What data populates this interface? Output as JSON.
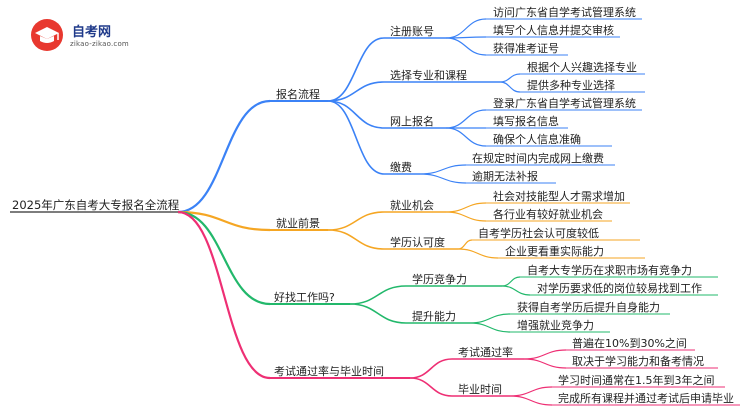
{
  "logo": {
    "title": "自考网",
    "subtitle": "zikao-zikao.com"
  },
  "mindmap": {
    "root": "2025年广东自考大专报名全流程",
    "branches": [
      {
        "label": "报名流程",
        "color": "#3b82f6",
        "children": [
          {
            "label": "注册账号",
            "children": [
              "访问广东省自学考试管理系统",
              "填写个人信息并提交审核",
              "获得准考证号"
            ]
          },
          {
            "label": "选择专业和课程",
            "children": [
              "根据个人兴趣选择专业",
              "提供多种专业选择"
            ]
          },
          {
            "label": "网上报名",
            "children": [
              "登录广东省自学考试管理系统",
              "填写报名信息",
              "确保个人信息准确"
            ]
          },
          {
            "label": "缴费",
            "children": [
              "在规定时间内完成网上缴费",
              "逾期无法补报"
            ]
          }
        ]
      },
      {
        "label": "就业前景",
        "color": "#f5a623",
        "children": [
          {
            "label": "就业机会",
            "children": [
              "社会对技能型人才需求增加",
              "各行业有较好就业机会"
            ]
          },
          {
            "label": "学历认可度",
            "children": [
              "自考学历社会认可度较低",
              "企业更看重实际能力"
            ]
          }
        ]
      },
      {
        "label": "好找工作吗?",
        "color": "#22b86b",
        "children": [
          {
            "label": "学历竞争力",
            "children": [
              "自考大专学历在求职市场有竞争力",
              "对学历要求低的岗位较易找到工作"
            ]
          },
          {
            "label": "提升能力",
            "children": [
              "获得自考学历后提升自身能力",
              "增强就业竞争力"
            ]
          }
        ]
      },
      {
        "label": "考试通过率与毕业时间",
        "color": "#ee2f74",
        "children": [
          {
            "label": "考试通过率",
            "children": [
              "普遍在10%到30%之间",
              "取决于学习能力和备考情况"
            ]
          },
          {
            "label": "毕业时间",
            "children": [
              "学习时间通常在1.5年到3年之间",
              "完成所有课程并通过考试后申请毕业"
            ]
          }
        ]
      }
    ]
  }
}
